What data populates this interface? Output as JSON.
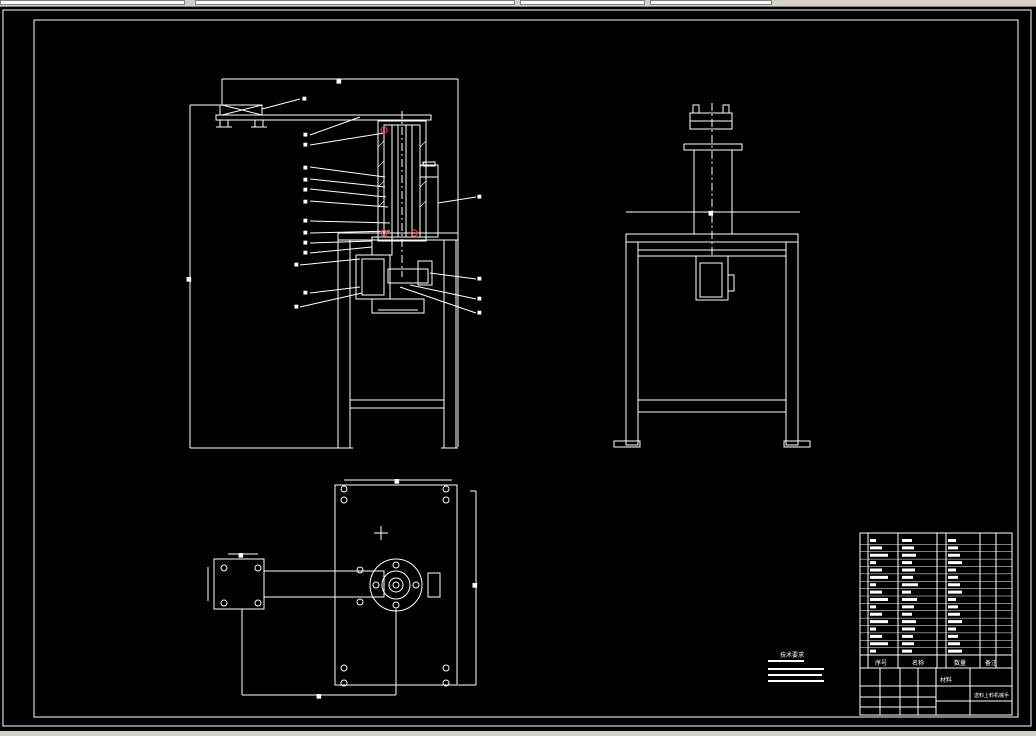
{
  "window": {
    "toolbar_fields": [
      "",
      "",
      "",
      ""
    ]
  },
  "drawing": {
    "theme": {
      "background": "#000000",
      "line": "#ffffff",
      "accent": "#ff3030"
    },
    "dimension_labels": [
      "■",
      "■",
      "■",
      "■",
      "■",
      "■",
      "■"
    ],
    "leader_labels": [
      "■",
      "■",
      "■",
      "■",
      "■",
      "■",
      "■",
      "■",
      "■",
      "■",
      "■",
      "■",
      "■",
      "■",
      "■",
      "■",
      "■",
      "■"
    ],
    "technical_requirements": {
      "heading": "技术要求",
      "lines": [
        "",
        "",
        "",
        "",
        ""
      ]
    },
    "title_block": {
      "header_labels": [
        "序号",
        "名称",
        "数量",
        "备注"
      ],
      "material_label": "材料",
      "drawing_title": "送料上料机械手"
    }
  }
}
